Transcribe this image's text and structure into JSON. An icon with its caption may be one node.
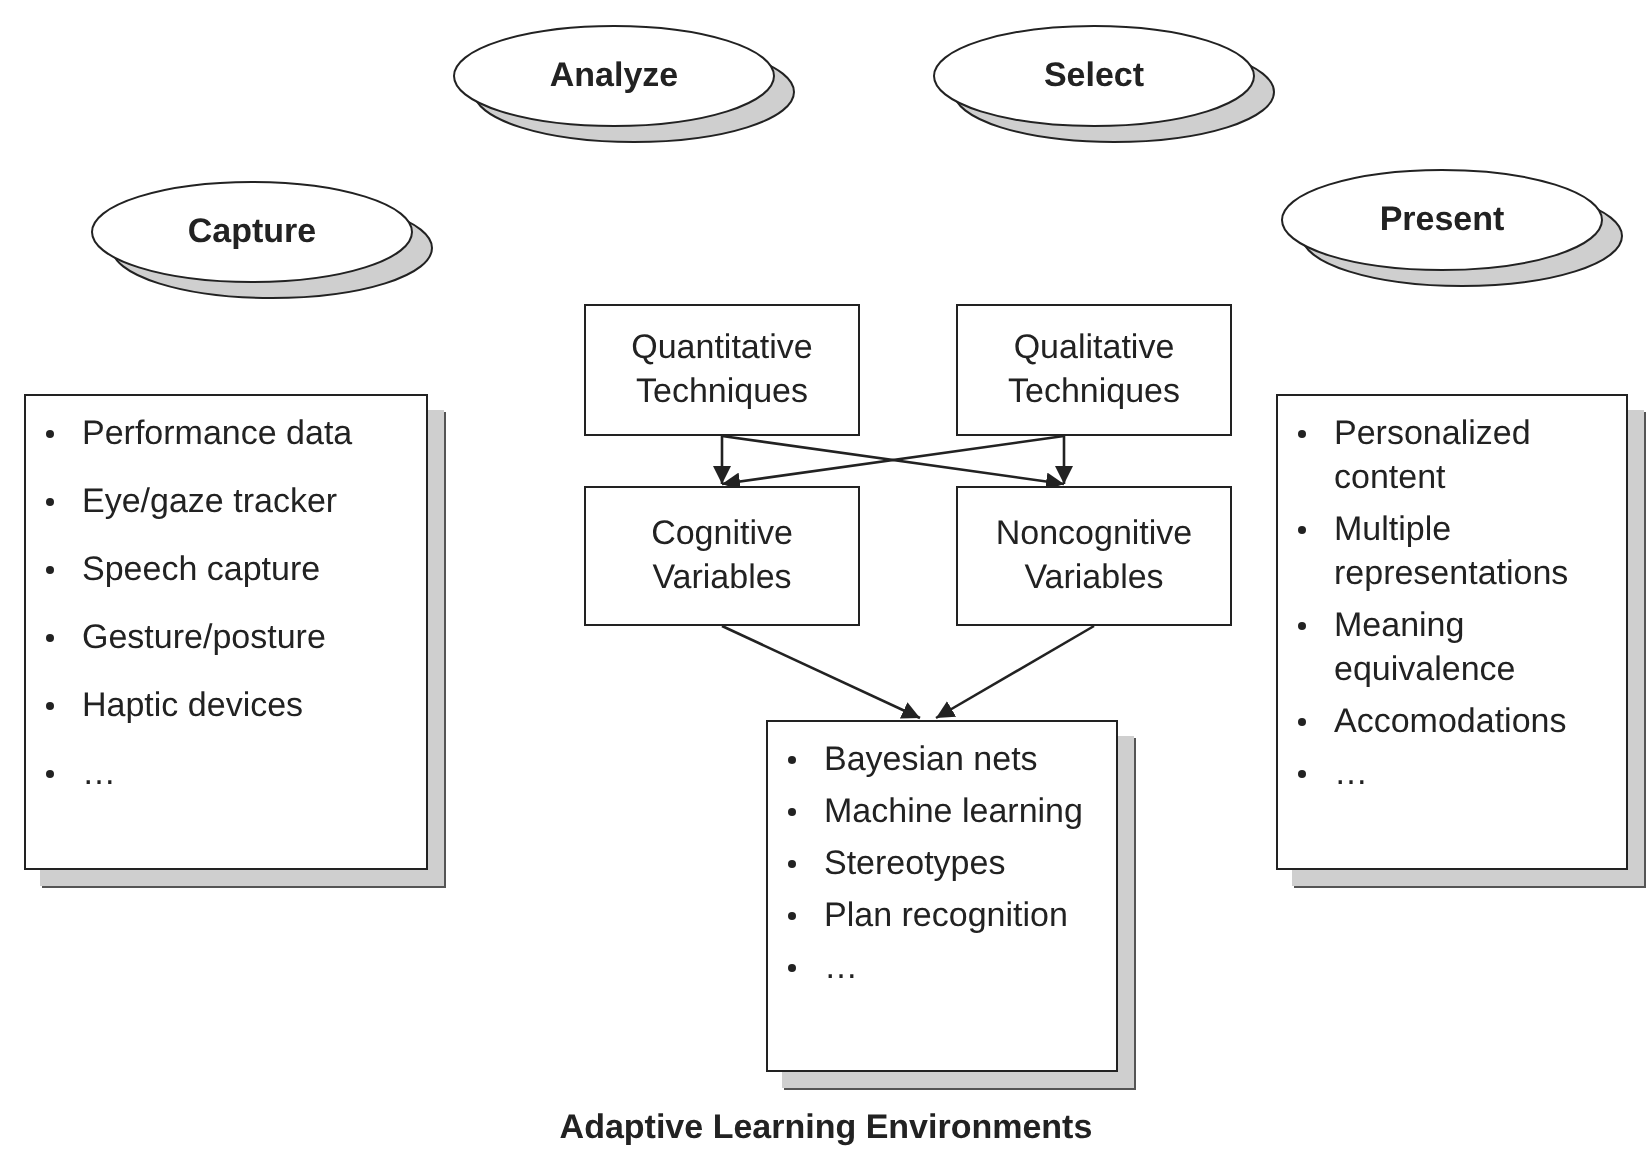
{
  "diagram": {
    "caption": "Adaptive Learning Environments",
    "nodes": [
      {
        "text": [
          "Analyze"
        ]
      },
      {
        "text": [
          "Select"
        ]
      },
      {
        "text": [
          "Capture"
        ]
      },
      {
        "text": [
          "Present"
        ]
      },
      {
        "text": [
          "Performance data",
          "Eye/gaze tracker",
          "Speech capture",
          "Gesture/posture",
          "Haptic devices",
          "…"
        ]
      },
      {
        "text": [
          "Quantitative Techniques"
        ]
      },
      {
        "text": [
          "Qualitative Techniques"
        ]
      },
      {
        "text": [
          "Cognitive Variables"
        ]
      },
      {
        "text": [
          "Noncognitive Variables"
        ]
      },
      {
        "text": [
          "Bayesian nets",
          "Machine learning",
          "Stereotypes",
          "Plan recognition",
          "…"
        ]
      },
      {
        "text": [
          "Personalized content",
          "Multiple representations",
          "Meaning equivalence",
          "Accomodations",
          "…"
        ]
      }
    ],
    "edges": [
      {
        "from": 5,
        "to": 7,
        "arrow": "to"
      },
      {
        "from": 5,
        "to": 8,
        "arrow": "to"
      },
      {
        "from": 6,
        "to": 7,
        "arrow": "to"
      },
      {
        "from": 6,
        "to": 8,
        "arrow": "to"
      },
      {
        "from": 7,
        "to": 9,
        "arrow": "to"
      },
      {
        "from": 8,
        "to": 9,
        "arrow": "to"
      }
    ]
  }
}
